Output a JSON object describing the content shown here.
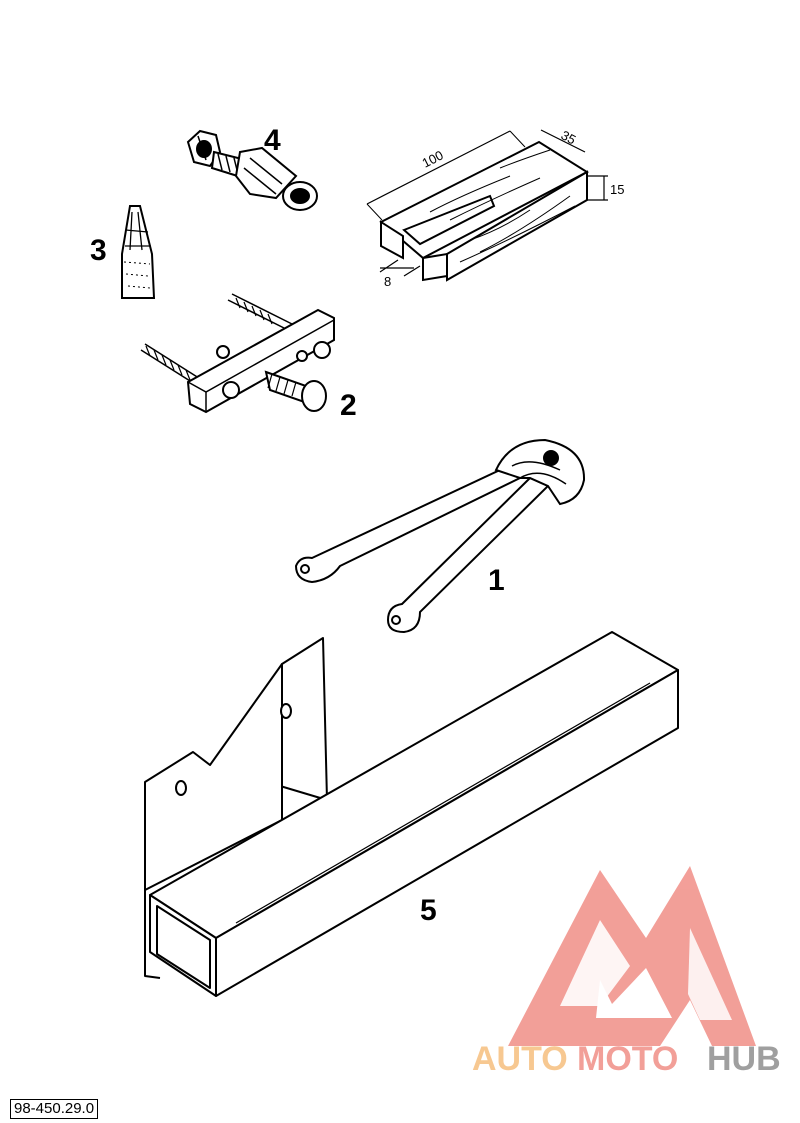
{
  "parts": [
    {
      "id": "1",
      "number": "1",
      "icon": "pin-spanner-wrench-icon"
    },
    {
      "id": "2",
      "number": "2",
      "icon": "puller-tool-icon"
    },
    {
      "id": "3",
      "number": "3",
      "icon": "nozzle-icon"
    },
    {
      "id": "4",
      "number": "4",
      "icon": "bolt-adapter-icon"
    },
    {
      "id": "5",
      "number": "5",
      "icon": "holding-fixture-icon"
    }
  ],
  "wood_block": {
    "icon": "wooden-block-icon",
    "dimensions": {
      "length": "100",
      "width": "35",
      "height": "15",
      "slot": "8"
    }
  },
  "footer": {
    "doc_code": "98-450.29.0"
  },
  "watermark": {
    "brand_part1": "AUTO",
    "brand_part2": "MOTO",
    "brand_part3": "HUB",
    "colors": {
      "auto": "#f7c68c",
      "moto": "#f29a93",
      "hub": "#9a9a9a",
      "logo": "#f29a93"
    }
  }
}
